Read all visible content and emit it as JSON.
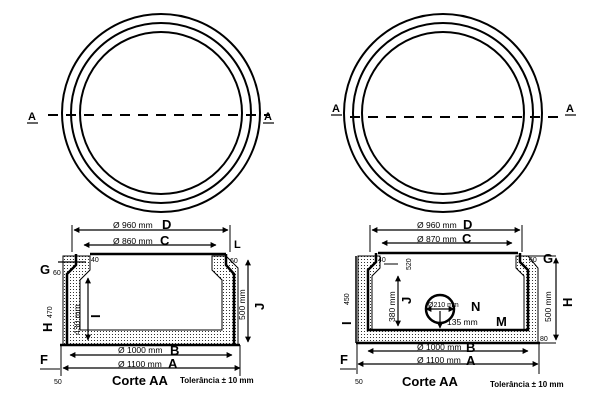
{
  "left": {
    "section_letter_left": "A",
    "section_letter_right": "A",
    "labels": {
      "d_value": "Ø 960 mm",
      "d_letter": "D",
      "c_value": "Ø 860 mm",
      "c_letter": "C",
      "l_letter": "L",
      "g_letter": "G",
      "small_40": "40",
      "small_60_top_left": "60",
      "small_60_right": "60",
      "depth_430": "430 mm",
      "i_letter": "I",
      "h_letter": "H",
      "val_470": "470",
      "j_letter": "J",
      "depth_500": "500 mm",
      "b_value": "Ø 1000 mm",
      "b_letter": "B",
      "a_value": "Ø 1100 mm",
      "a_letter": "A",
      "f_letter": "F",
      "val_50": "50",
      "caption": "Corte AA",
      "tolerance": "Tolerância ± 10 mm"
    }
  },
  "right": {
    "section_letter_left": "A",
    "section_letter_right": "A",
    "labels": {
      "d_value": "Ø 960 mm",
      "d_letter": "D",
      "c_value": "Ø 870 mm",
      "c_letter": "C",
      "g_letter": "G",
      "small_40": "40",
      "small_520": "520",
      "small_60": "60",
      "val_450": "450",
      "i_letter": "I",
      "depth_380": "380 mm",
      "j_letter": "J",
      "pipe_value": "Ø210 mm",
      "n_letter": "N",
      "m_value": "135 mm",
      "m_letter": "M",
      "depth_500": "500 mm",
      "h_letter": "H",
      "small_80": "80",
      "b_value": "Ø 1000 mm",
      "b_letter": "B",
      "a_value": "Ø 1100 mm",
      "a_letter": "A",
      "f_letter": "F",
      "val_50": "50",
      "caption": "Corte AA",
      "tolerance": "Tolerância ± 10 mm"
    }
  }
}
